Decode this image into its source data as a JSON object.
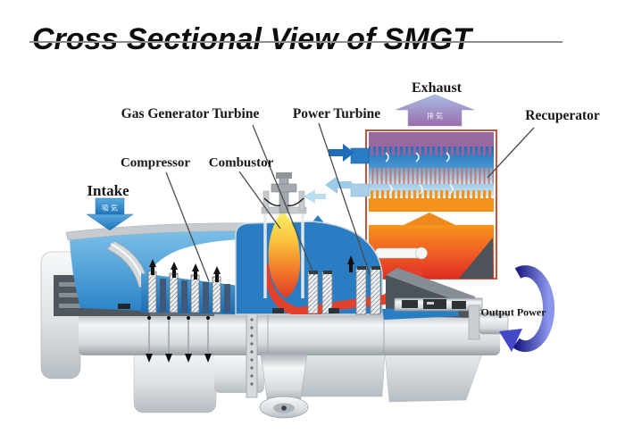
{
  "title": "Cross Sectional View of SMGT",
  "labels": {
    "intake": "Intake",
    "compressor": "Compressor",
    "combustor": "Combustor",
    "gas_generator_turbine": "Gas Generator Turbine",
    "power_turbine": "Power Turbine",
    "exhaust": "Exhaust",
    "recuperator": "Recuperator",
    "output_power": "Output Power"
  },
  "flow_glyphs": {
    "intake_kanji": "吸気",
    "exhaust_kanji": "排気"
  },
  "icons": {
    "intake_arrow": "down-arrow-blue",
    "exhaust_arrow": "up-arrow-violet",
    "air_to_recuperator_arrow": "right-arrow-dark-blue",
    "air_return_arrows": "left-arrow-light-blue",
    "combustor_feed_arrow": "up-arrow-blue",
    "recuperator_hot_gas_arrow": "up-arrow-orange",
    "output_rotation_arrow": "circular-arrow-blue"
  },
  "colors": {
    "air_blue": "#2a7dc2",
    "air_light_blue": "#a8cfe9",
    "hot_red": "#e2412b",
    "flame_yellow": "#fdf06a",
    "flame_orange": "#f1762b",
    "recuperator_purple": "#9a68a0",
    "recuperator_orange": "#f5921e",
    "exhaust_arrow_violet": "#9a6cac",
    "output_swirl_blue": "#23279b",
    "casing_gray": "#dfe3e6",
    "dark_gray": "#50565d"
  }
}
